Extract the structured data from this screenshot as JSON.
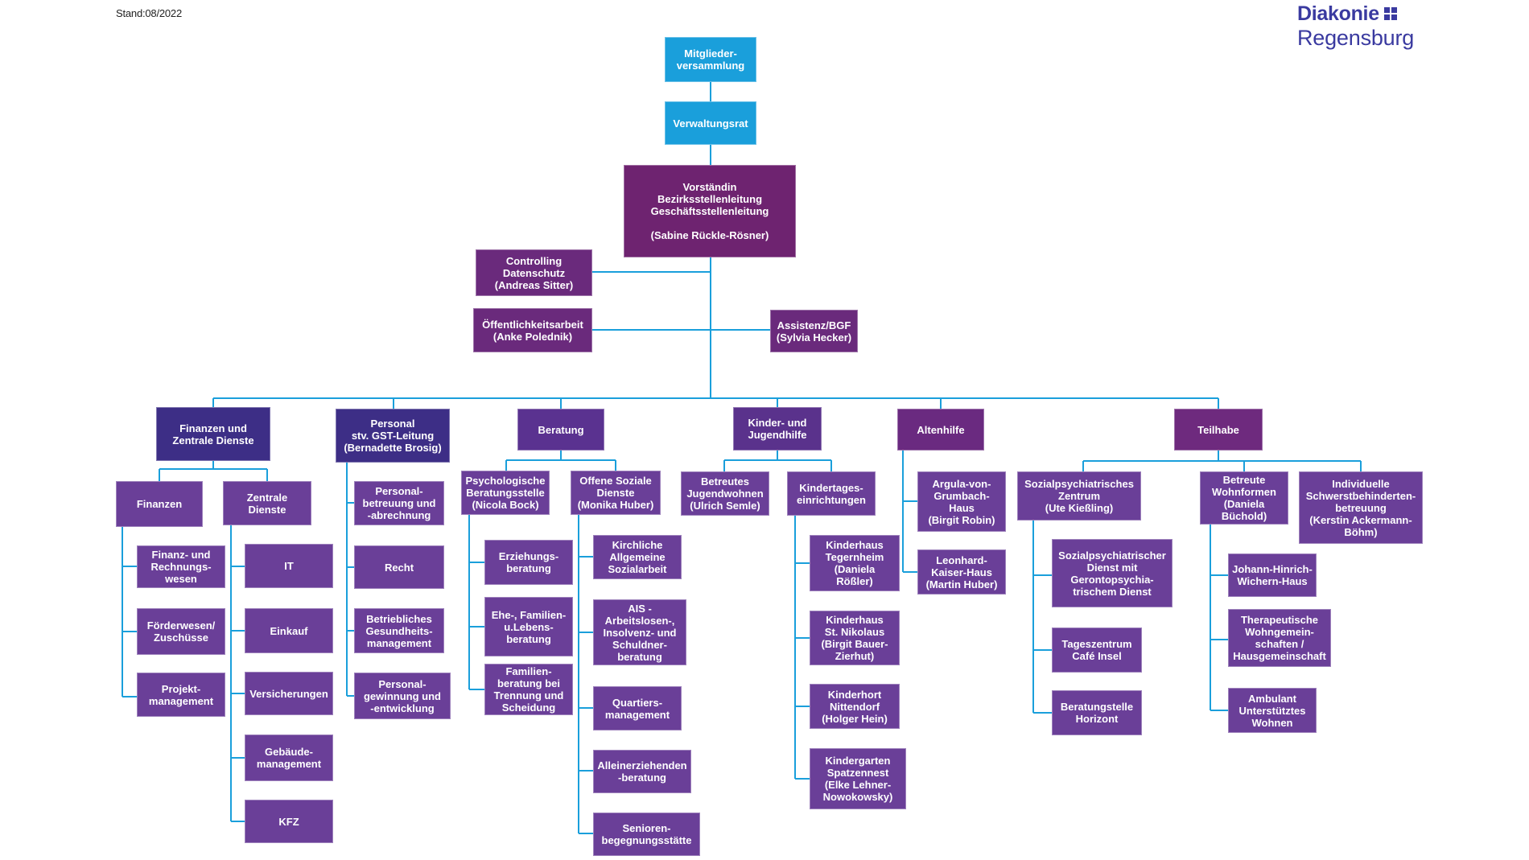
{
  "stand": "Stand:08/2022",
  "logo": {
    "brand": "Diakonie",
    "city": "Regensburg"
  },
  "colors": {
    "lines": "#1a9fdb",
    "top": "#1a9fdb",
    "executive": "#6e2370",
    "department": "#3d2e86",
    "unit": "#6a3f98"
  },
  "boxes": {
    "mitglieder": "Mitglieder-\nversammlung",
    "verwaltungsrat": "Verwaltungsrat",
    "vorstand": "Vorständin\nBezirksstellenleitung\nGeschäftsstellenleitung\n\n(Sabine Rückle-Rösner)",
    "controlling": "Controlling\nDatenschutz\n(Andreas Sitter)",
    "oeffentlichkeit": "Öffentlichkeitsarbeit\n(Anke Polednik)",
    "assistenz": "Assistenz/BGF\n(Sylvia Hecker)",
    "finanzenZentrale": "Finanzen und\nZentrale Dienste",
    "personal": "Personal\nstv. GST-Leitung\n(Bernadette Brosig)",
    "beratung": "Beratung",
    "kinder": "Kinder- und\nJugendhilfe",
    "altenhilfe": "Altenhilfe",
    "teilhabe": "Teilhabe",
    "finanzen": "Finanzen",
    "zentrale": "Zentrale\nDienste",
    "finanzRech": "Finanz- und\nRechnungs-\nwesen",
    "foerder": "Förderwesen/\nZuschüsse",
    "projekt": "Projekt-\nmanagement",
    "it": "IT",
    "einkauf": "Einkauf",
    "versicherungen": "Versicherungen",
    "gebaeude": "Gebäude-\nmanagement",
    "kfz": "KFZ",
    "personalbetreuung": "Personal-\nbetreuung und\n-abrechnung",
    "recht": "Recht",
    "gesundheit": "Betriebliches\nGesundheits-\nmanagement",
    "personalgewinnung": "Personal-\ngewinnung und\n-entwicklung",
    "psych": "Psychologische\nBeratungsstelle\n(Nicola Bock)",
    "offene": "Offene Soziale\nDienste\n(Monika Huber)",
    "erziehung": "Erziehungs-\nberatung",
    "ehe": "Ehe-, Familien-\nu.Lebens-\nberatung",
    "familien": "Familien-\nberatung bei\nTrennung und\nScheidung",
    "kirchliche": "Kirchliche\nAllgemeine\nSozialarbeit",
    "ais": "AIS -\nArbeitslosen-,\nInsolvenz- und\nSchuldner-\nberatung",
    "quartier": "Quartiers-\nmanagement",
    "allein": "Alleinerziehenden\n-beratung",
    "senioren": "Senioren-\nbegegnungsstätte",
    "betreutesJugend": "Betreutes\nJugendwohnen\n(Ulrich Semle)",
    "kita": "Kindertages-\neinrichtungen",
    "tegernheim": "Kinderhaus\nTegernheim\n(Daniela\nRößler)",
    "nikolaus": "Kinderhaus\nSt. Nikolaus\n(Birgit Bauer-\nZierhut)",
    "hort": "Kinderhort\nNittendorf\n(Holger Hein)",
    "spatzen": "Kindergarten\nSpatzennest\n(Elke Lehner-\nNowokowsky)",
    "argula": "Argula-von-\nGrumbach-\nHaus\n(Birgit Robin)",
    "leonhard": "Leonhard-\nKaiser-Haus\n(Martin Huber)",
    "szp": "Sozialpsychiatrisches\nZentrum\n(Ute Kießling)",
    "betreuteWohn": "Betreute\nWohnformen\n(Daniela\nBüchold)",
    "individuelle": "Individuelle\nSchwerstbehinderten-\nbetreuung\n(Kerstin Ackermann-\nBöhm)",
    "spdienst": "Sozialpsychiatrischer\nDienst mit\nGerontopsychia-\ntrischem Dienst",
    "tageszentrum": "Tageszentrum\nCafé Insel",
    "horizont": "Beratungstelle\nHorizont",
    "wichern": "Johann-Hinrich-\nWichern-Haus",
    "therap": "Therapeutische\nWohngemein-\nschaften /\nHausgemeinschaft",
    "ambulant": "Ambulant\nUnterstütztes\nWohnen"
  }
}
